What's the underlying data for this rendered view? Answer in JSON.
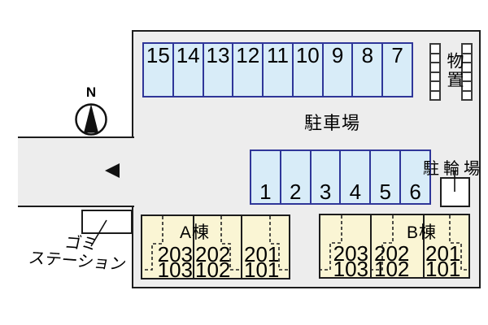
{
  "compass": {
    "label": "N"
  },
  "labels": {
    "parking": "駐車場",
    "bike_parking": "駐輪場",
    "storage": "物置",
    "garbage_line1": "ゴミ",
    "garbage_line2": "ステーション"
  },
  "parking": {
    "top_row": [
      "15",
      "14",
      "13",
      "12",
      "11",
      "10",
      "9",
      "8",
      "7"
    ],
    "bottom_row": [
      "1",
      "2",
      "3",
      "4",
      "5",
      "6"
    ]
  },
  "buildings": [
    {
      "name": "A棟",
      "units": [
        {
          "upper": "203",
          "lower": "103"
        },
        {
          "upper": "202",
          "lower": "102"
        },
        {
          "upper": "201",
          "lower": "101"
        }
      ]
    },
    {
      "name": "B棟",
      "units": [
        {
          "upper": "203",
          "lower": "103"
        },
        {
          "upper": "202",
          "lower": "102"
        },
        {
          "upper": "201",
          "lower": "101"
        }
      ]
    }
  ],
  "colors": {
    "site_fill": "#ededed",
    "outline": "#1c1c1c",
    "stall_fill": "#d8ecf8",
    "stall_border": "#2f3699",
    "building_fill": "#faf5d4"
  }
}
